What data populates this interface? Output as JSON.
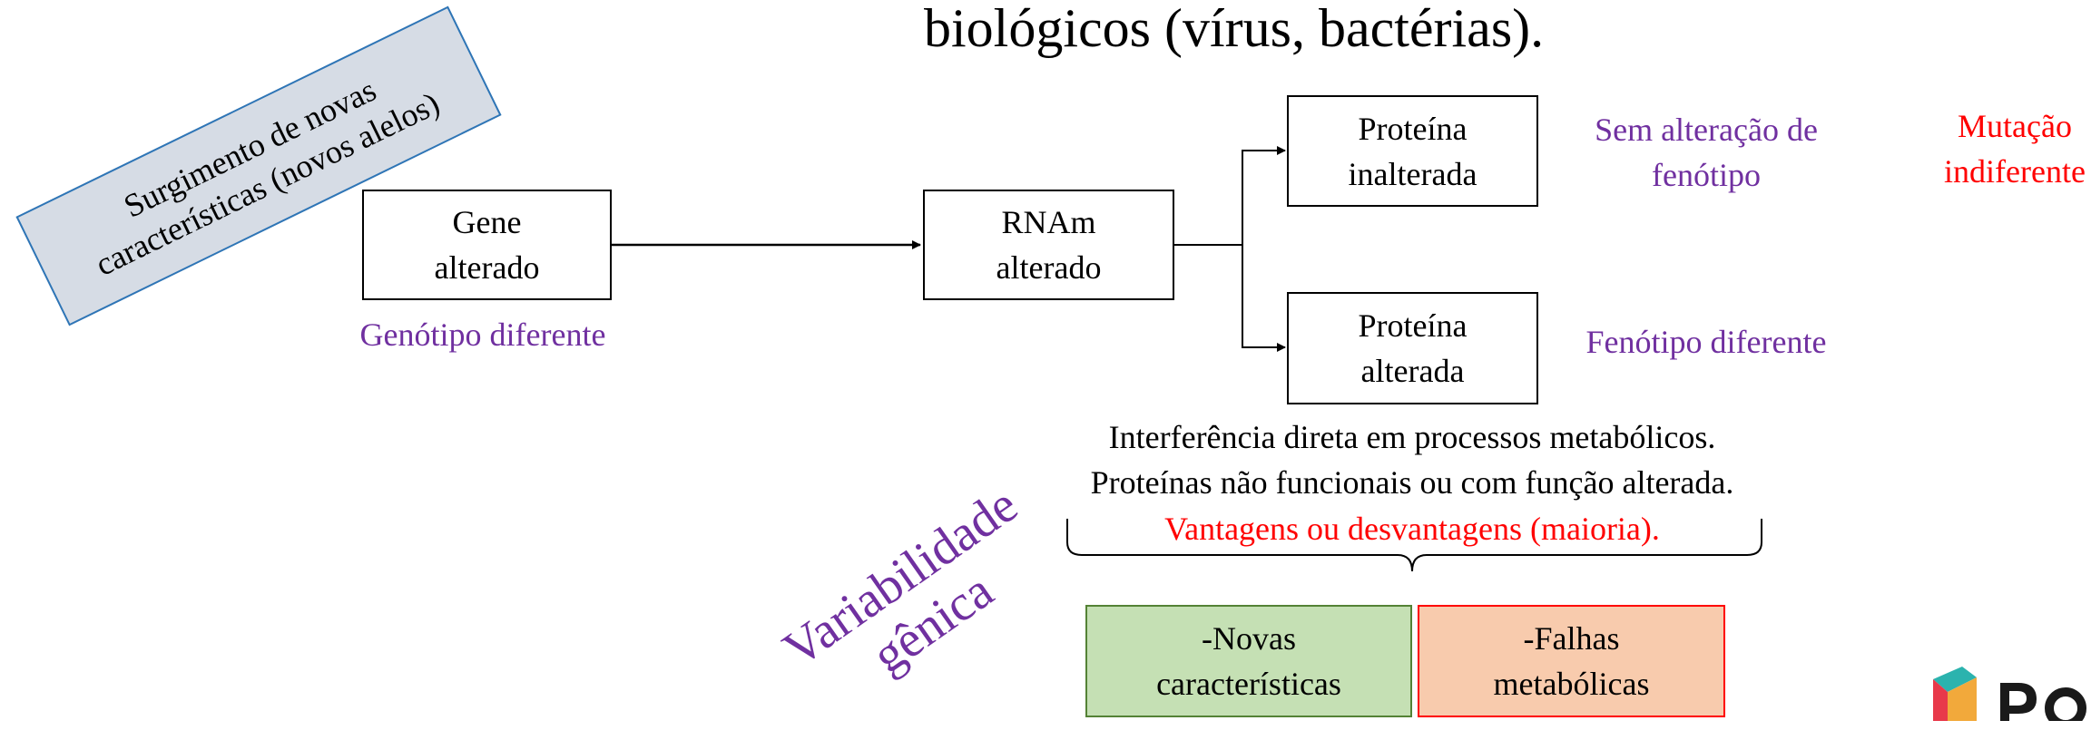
{
  "title_fragment": "biológicos (vírus, bactérias).",
  "ribbon": {
    "line1": "Surgimento de novas",
    "line2": "características (novos alelos)"
  },
  "gene_box": {
    "line1": "Gene",
    "line2": "alterado"
  },
  "genotype_label": "Genótipo diferente",
  "rna_box": {
    "line1": "RNAm",
    "line2": "alterado"
  },
  "protein_unaltered_box": {
    "line1": "Proteína",
    "line2": "inalterada"
  },
  "no_phenotype_change": {
    "line1": "Sem alteração de",
    "line2": "fenótipo"
  },
  "mutation_indifferent": {
    "line1": "Mutação",
    "line2": "indiferente"
  },
  "protein_altered_box": {
    "line1": "Proteína",
    "line2": "alterada"
  },
  "phenotype_label": "Fenótipo diferente",
  "effects": {
    "line1": "Interferência direta em processos metabólicos.",
    "line2": "Proteínas não funcionais ou com função alterada.",
    "line3": "Vantagens ou desvantagens (maioria)."
  },
  "variability": {
    "line1": "Variabilidade",
    "line2": "gênica"
  },
  "new_traits_box": {
    "line1": "-Novas",
    "line2": "características"
  },
  "metabolic_failures_box": {
    "line1": "-Falhas",
    "line2": "metabólicas"
  },
  "colors": {
    "purple": "#7030A0",
    "red": "#FF0000",
    "ribbon_fill": "#D6DCE5",
    "ribbon_border": "#2E75B6",
    "green_fill": "#C5E0B4",
    "orange_fill": "#F8CBAD"
  }
}
